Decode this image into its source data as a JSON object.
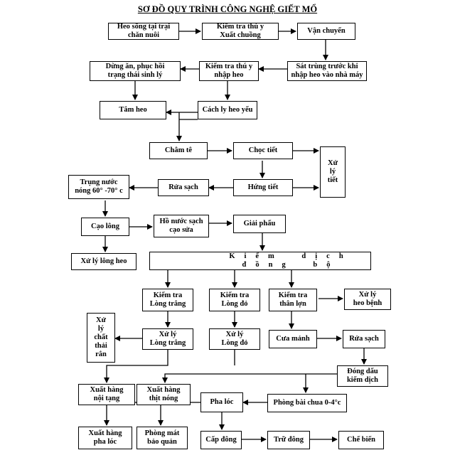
{
  "title": "SƠ ĐỒ QUY TRÌNH CÔNG NGHỆ GIẾT MỔ",
  "boxes": {
    "heo_song": "Heo sống tại trại\nchăn nuôi",
    "kiem_tra_xuat": "Kiểm tra thú y\nXuất chuồng",
    "van_chuyen": "Vận chuyển",
    "sat_trung": "Sát trùng trước khi\nnhập heo vào nhà máy",
    "kiem_tra_nhap": "Kiểm tra thú y\nnhập heo",
    "dung_an": "Dừng ăn, phục hồi\ntrạng thái sinh lý",
    "tam_heo": "Tắm heo",
    "cach_ly": "Cách ly heo yếu",
    "cham_te": "Châm tê",
    "choc_tiet": "Chọc tiết",
    "xu_ly_tiet": "Xử\nlý\ntiết",
    "hung_tiet": "Hứng tiết",
    "rua_sach_1": "Rửa sạch",
    "trung_nuoc": "Trụng nước\nnóng 60° -70° c",
    "cao_long": "Cạo lông",
    "ho_nuoc": "Hồ nước sạch\ncạo sửa",
    "giai_phau": "Giải phẩu",
    "xu_ly_long": "Xử lý lông heo",
    "kiem_dich": "Kiểm dịch đồng bộ",
    "kt_long_trang": "Kiểm tra\nLòng trắng",
    "kt_long_do": "Kiểm tra\nLòng đỏ",
    "kt_than_lon": "Kiểm tra\nthân lợn",
    "xu_ly_heo_benh": "Xử lý\nheo bệnh",
    "xu_ly_chat_thai": "Xử\nlý\nchất\nthải\nrắn",
    "xl_long_trang": "Xử lý\nLòng trắng",
    "xl_long_do": "Xử lý\nLòng đỏ",
    "cua_manh": "Cưa mảnh",
    "rua_sach_2": "Rửa sạch",
    "dong_dau": "Đóng dấu\nkiểm dịch",
    "xuat_noi_tang": "Xuất hàng\nnội tạng",
    "xuat_thit_nong": "Xuất hàng\nthịt nóng",
    "pha_loc": "Pha lóc",
    "phong_bai_chua": "Phòng bài chua 0-4°c",
    "xuat_pha_loc": "Xuất hàng\npha lóc",
    "phong_mat": "Phòng mát\nbảo quản",
    "cap_dong": "Cấp đông",
    "tru_dong": "Trữ đông",
    "che_bien": "Chế biến"
  }
}
